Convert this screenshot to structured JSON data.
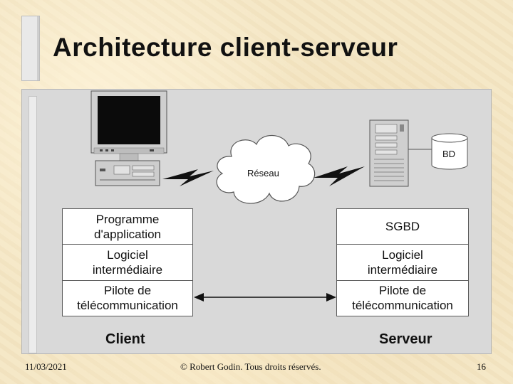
{
  "slide": {
    "title": "Architecture client-serveur",
    "page_number": "16",
    "date": "11/03/2021",
    "copyright": "© Robert Godin. Tous droits réservés."
  },
  "network": {
    "label": "Réseau"
  },
  "database": {
    "label": "BD"
  },
  "client": {
    "label": "Client",
    "layers": [
      "Programme\nd'application",
      "Logiciel\nintermédiaire",
      "Pilote de\ntélécommunication"
    ]
  },
  "server": {
    "label": "Serveur",
    "layers": [
      "SGBD",
      "Logiciel\nintermédiaire",
      "Pilote de\ntélécommunication"
    ]
  },
  "icons": [
    "monitor-icon",
    "desktop-unit-icon",
    "lightning-icon",
    "cloud-icon",
    "server-tower-icon",
    "database-icon",
    "double-arrow-icon"
  ]
}
